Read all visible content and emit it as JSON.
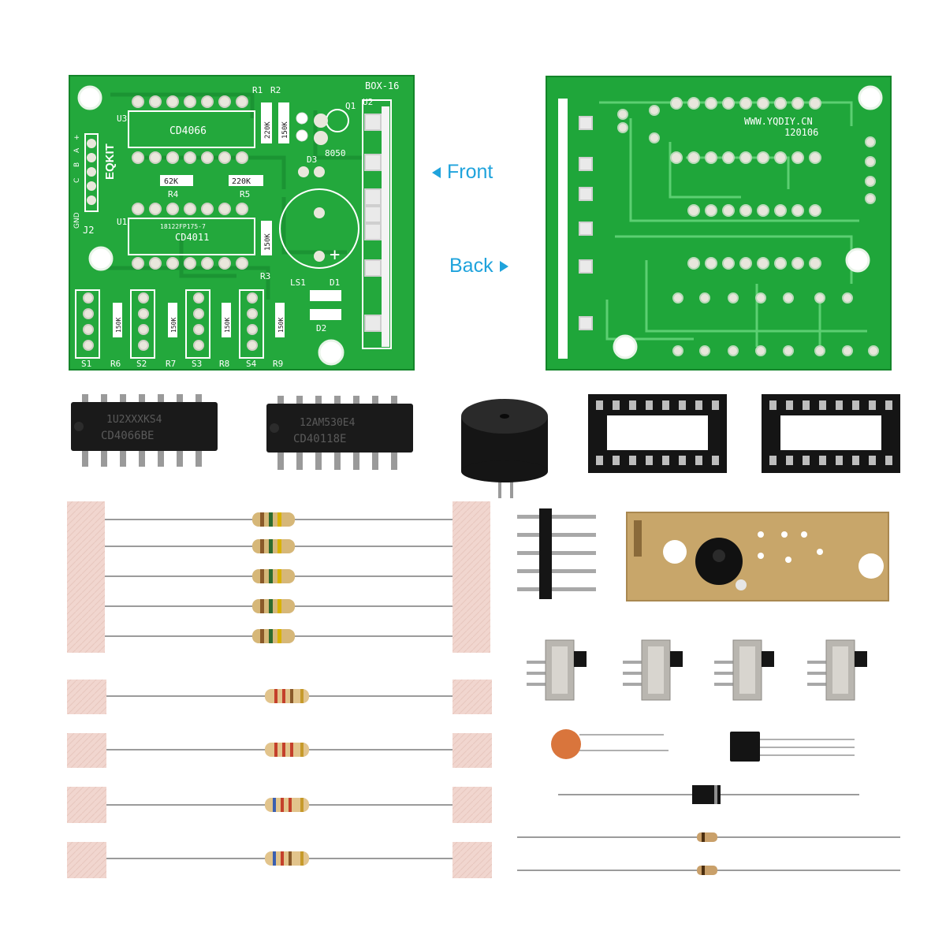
{
  "callouts": {
    "front": "Front",
    "back": "Back"
  },
  "front_board": {
    "kit_logo": "EQKIT",
    "box_label": "BOX-16",
    "ic_labels": {
      "u3_chip": "CD4066",
      "u1_chip": "CD4011",
      "u1_code": "18122FP175-7"
    },
    "designators": {
      "u3": "U3",
      "u1": "U1",
      "u2": "U2",
      "j2": "J2",
      "q1": "Q1",
      "d3": "D3",
      "ls1": "LS1",
      "d1": "D1",
      "d2": "D2",
      "r1": "R1",
      "r2": "R2",
      "r3": "R3",
      "r4": "R4",
      "r5": "R5"
    },
    "values": {
      "r4": "62K",
      "r5": "220K",
      "r3": "150K",
      "q1": "8050",
      "r1": "220K",
      "r2": "150K"
    },
    "pins": [
      "GND",
      "C",
      "B",
      "A",
      "+"
    ],
    "bottom_labels": [
      "S1",
      "R6",
      "S2",
      "R7",
      "S3",
      "R8",
      "S4",
      "R9"
    ],
    "res_vertical": [
      "150K",
      "150K",
      "150K",
      "150K"
    ]
  },
  "back_board": {
    "url": "WWW.YQDIY.CN",
    "code": "120106"
  },
  "chips": [
    {
      "line1": "1U2XXXKS4",
      "line2": "CD4066BE"
    },
    {
      "line1": "12AM530E4",
      "line2": "CD40118E"
    }
  ],
  "colors": {
    "pcb": "#1fa63a",
    "pcb_dark": "#158a2c",
    "accent": "#1fa3dc",
    "board_brown": "#c8a66a"
  },
  "icons": [
    "logo-icon",
    "buzzer-icon",
    "ic-socket-icon",
    "pin-header-icon",
    "slide-switch-icon",
    "capacitor-icon",
    "transistor-icon",
    "diode-icon"
  ]
}
